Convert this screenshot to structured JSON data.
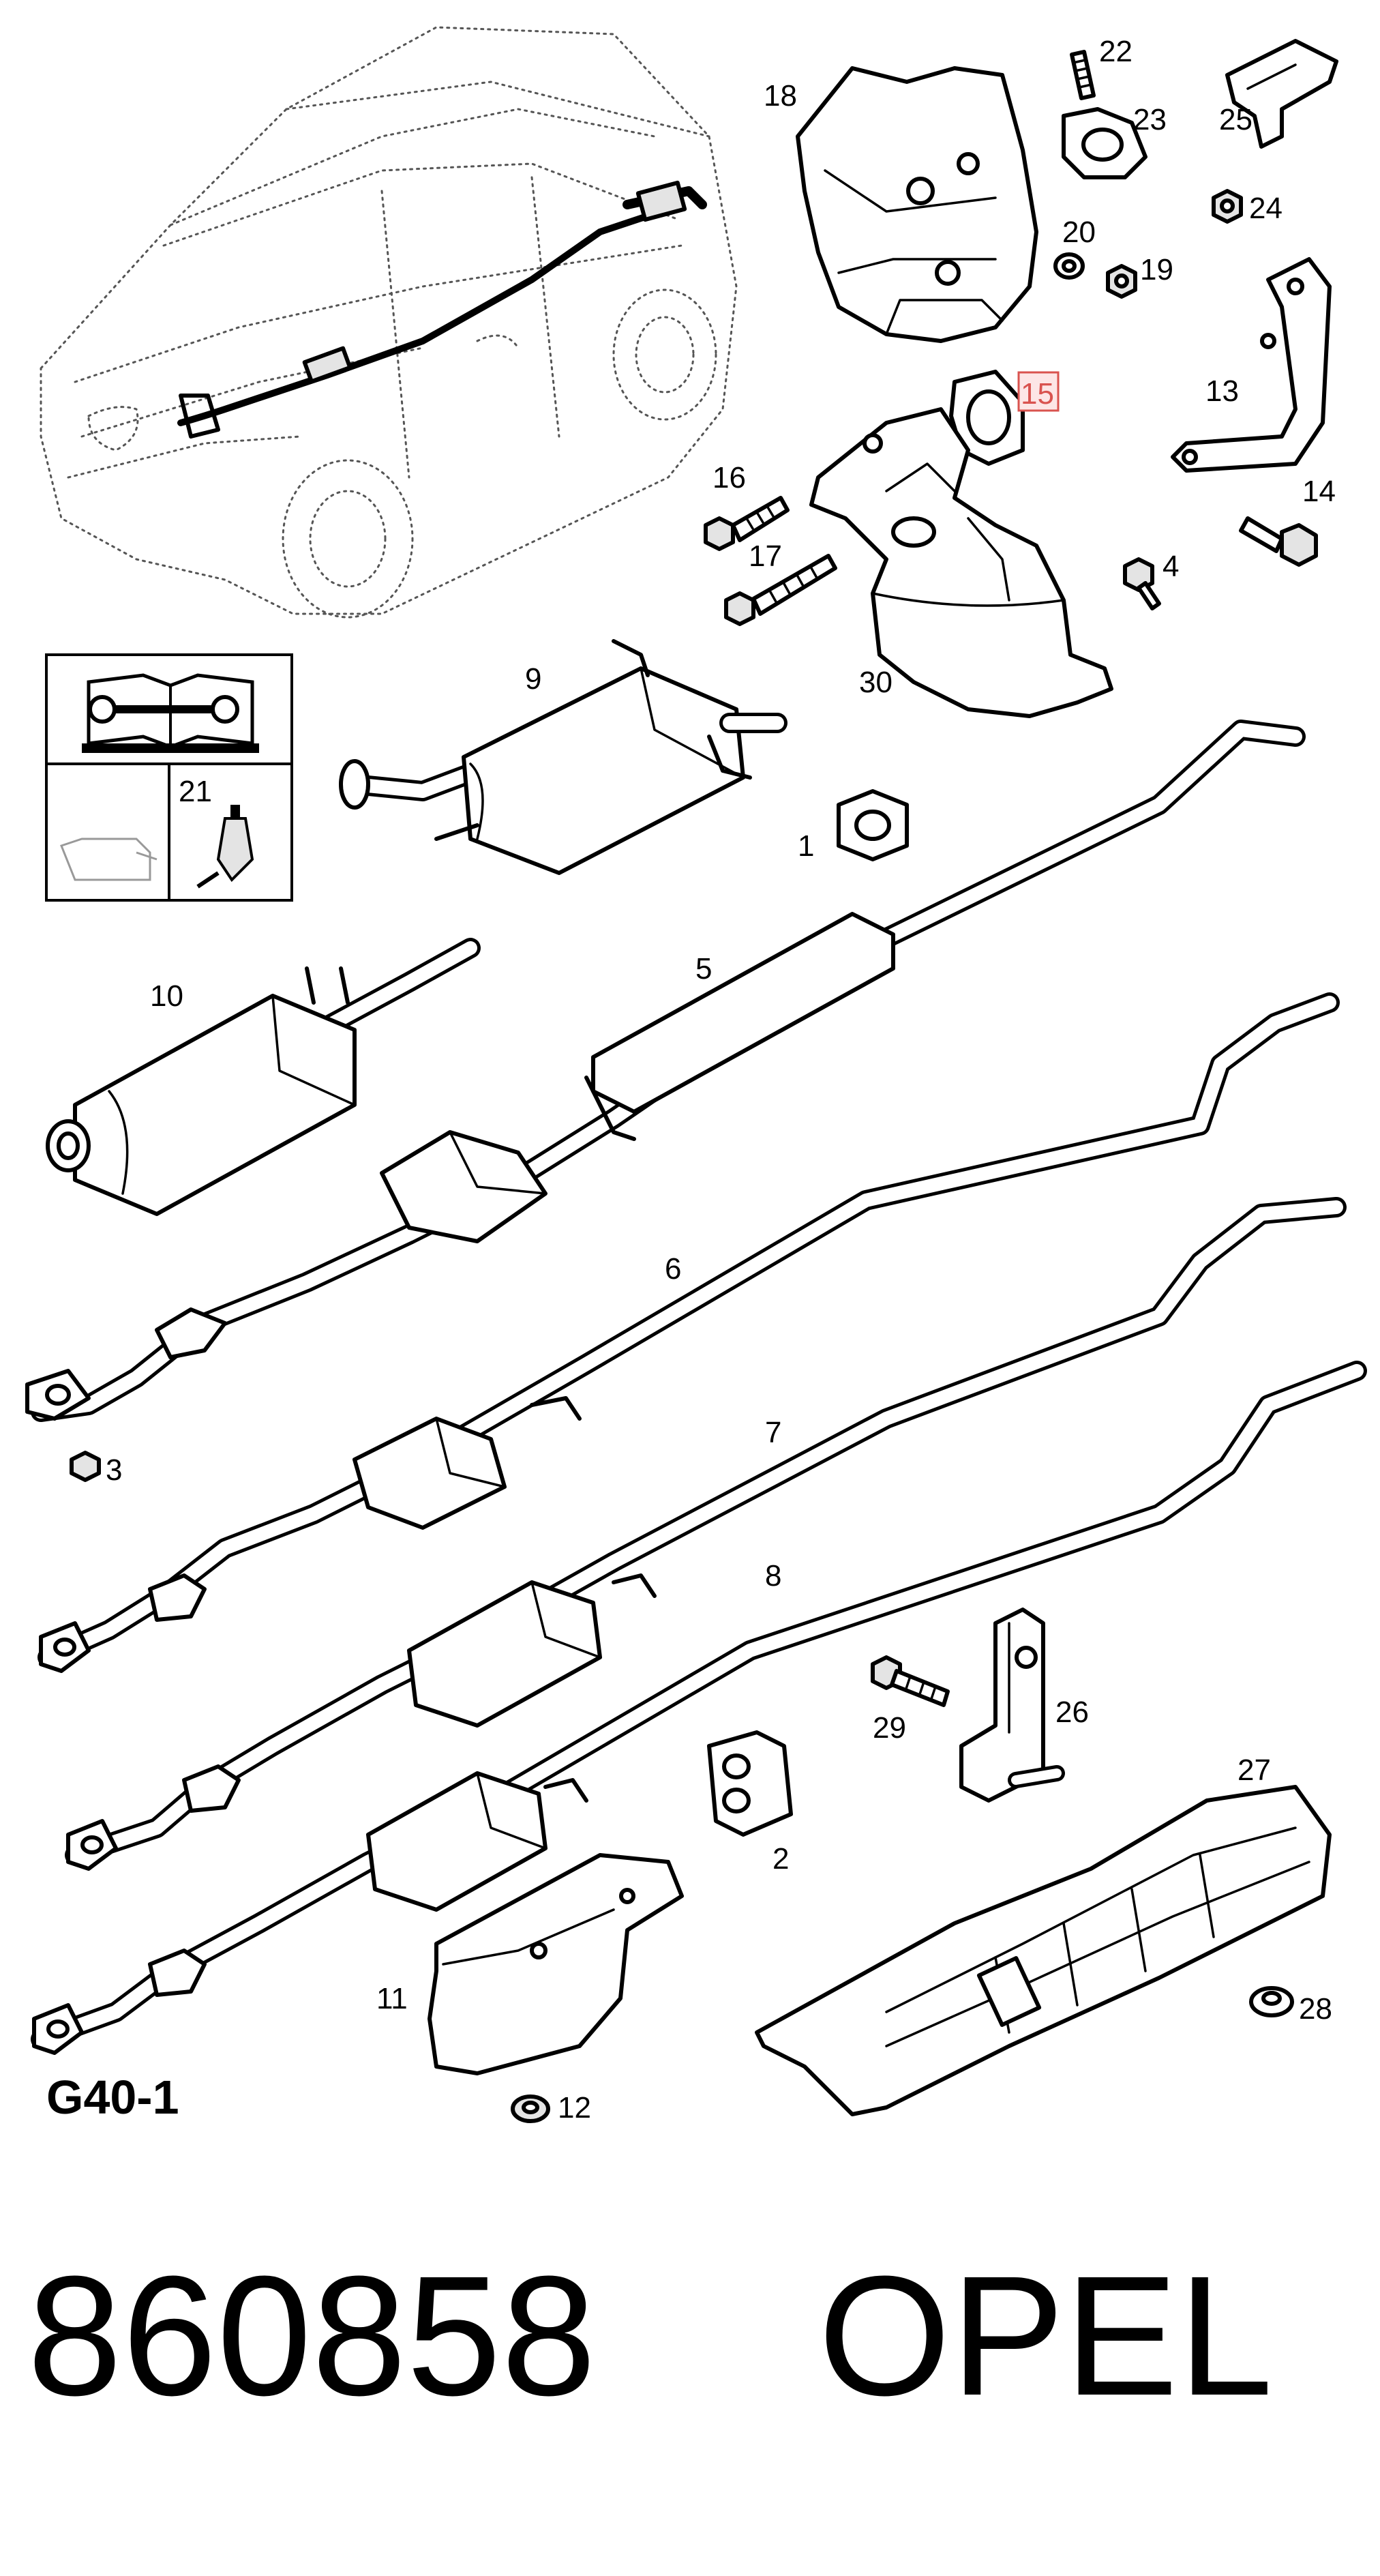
{
  "diagram": {
    "page_id": "G40-1",
    "part_number": "860858",
    "brand": "OPEL",
    "highlighted_callout": "15",
    "highlight_color": "#d9534f",
    "callouts": [
      "1",
      "2",
      "3",
      "4",
      "5",
      "6",
      "7",
      "8",
      "9",
      "10",
      "11",
      "12",
      "13",
      "14",
      "15",
      "16",
      "17",
      "18",
      "19",
      "20",
      "21",
      "22",
      "23",
      "24",
      "25",
      "26",
      "27",
      "28",
      "29",
      "30"
    ]
  }
}
